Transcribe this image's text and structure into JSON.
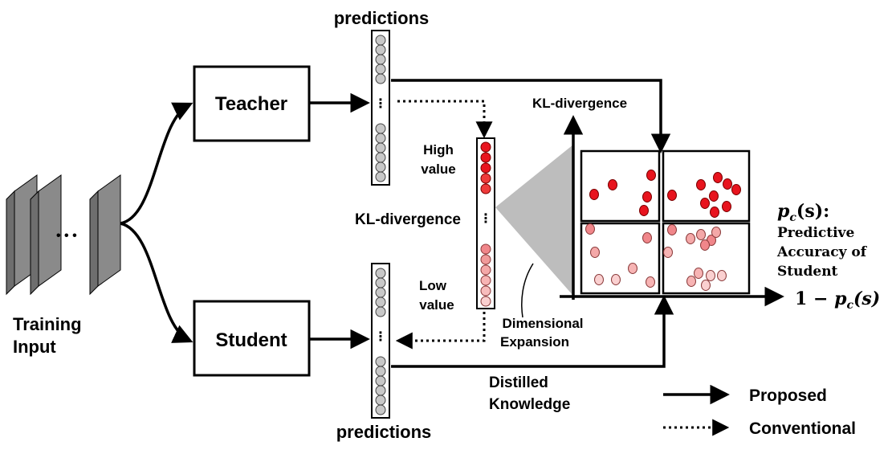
{
  "labels": {
    "training_input_line1": "Training",
    "training_input_line2": "Input",
    "ellipsis_input": "• • •",
    "teacher": "Teacher",
    "student": "Student",
    "predictions_top": "predictions",
    "predictions_bottom": "predictions",
    "high_value_line1": "High",
    "high_value_line2": "value",
    "low_value_line1": "Low",
    "low_value_line2": "value",
    "kl_divergence_mid": "KL-divergence",
    "kl_divergence_axis": "KL-divergence",
    "dimensional_line1": "Dimensional",
    "dimensional_line2": "Expansion",
    "distilled_line1": "Distilled",
    "distilled_line2": "Knowledge",
    "pc_main": "p",
    "pc_sub": "c",
    "pc_arg": "(s):",
    "pc_desc1": "Predictive",
    "pc_desc2": "Accuracy of",
    "pc_desc3": "Student",
    "x_axis_prefix": "1 − ",
    "x_axis_p": "p",
    "x_axis_sub": "c",
    "x_axis_arg": "(s)",
    "vdots": "⋮",
    "legend_proposed": "Proposed",
    "legend_conventional": "Conventional"
  },
  "colors": {
    "line": "#000000",
    "node_gray": "#c8c8c8",
    "stack_gray": "#8a8a8a",
    "cone_gray": "#bdbdbd",
    "red_high_1": "#e8141e",
    "red_high_2": "#ee3a3a",
    "pink_mid": "#f0868a",
    "pink_low": "#f7b4b4",
    "pink_lighter": "#fad0d0"
  }
}
